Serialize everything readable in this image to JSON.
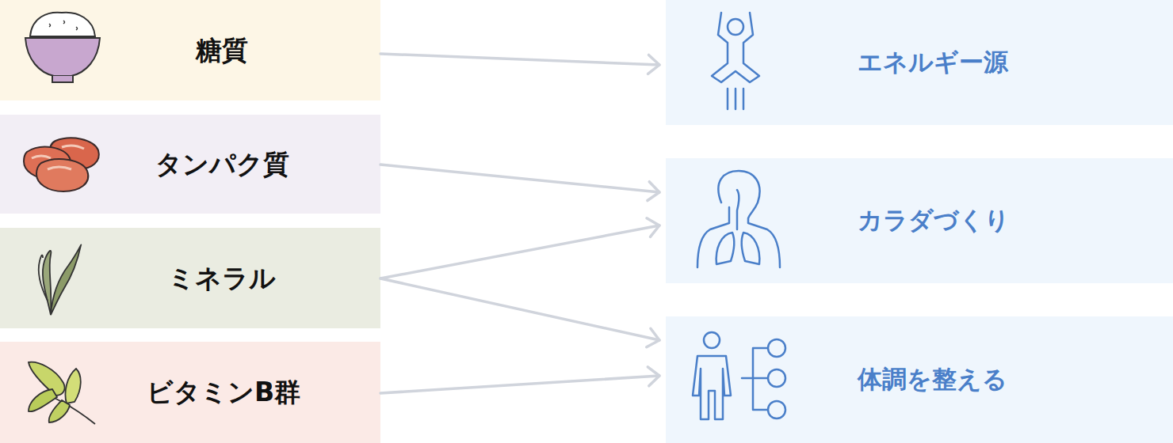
{
  "diagram": {
    "nodes": [
      {
        "text": [
          "糖質"
        ]
      },
      {
        "text": [
          "タンパク質"
        ]
      },
      {
        "text": [
          "ミネラル"
        ]
      },
      {
        "text": [
          "ビタミンB群"
        ]
      },
      {
        "text": [
          "エネルギー源"
        ]
      },
      {
        "text": [
          "カラダづくり"
        ]
      },
      {
        "text": [
          "体調を整える"
        ]
      }
    ],
    "edges": [
      {
        "from": 0,
        "to": 4,
        "arrow": "to"
      },
      {
        "from": 1,
        "to": 5,
        "arrow": "to"
      },
      {
        "from": 2,
        "to": 5,
        "arrow": "to"
      },
      {
        "from": 2,
        "to": 6,
        "arrow": "to"
      },
      {
        "from": 3,
        "to": 6,
        "arrow": "to"
      }
    ]
  }
}
